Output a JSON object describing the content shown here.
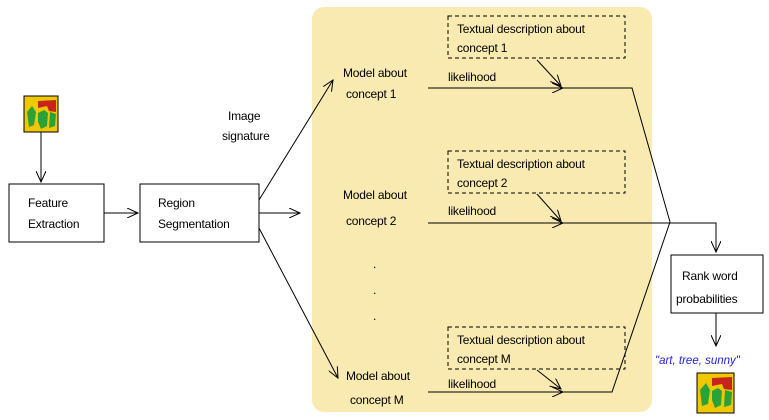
{
  "input_thumbnail": "image-thumbnail",
  "output_thumbnail": "image-thumbnail",
  "feature_extraction": {
    "line1": "Feature",
    "line2": "Extraction"
  },
  "region_segmentation": {
    "line1": "Region",
    "line2": "Segmentation"
  },
  "image_signature": {
    "line1": "Image",
    "line2": "signature"
  },
  "models": [
    {
      "line1": "Model about",
      "line2": "concept 1"
    },
    {
      "line1": "Model about",
      "line2": "concept 2"
    },
    {
      "line1": "Model about",
      "line2": "concept M"
    }
  ],
  "textual": [
    {
      "line1": "Textual description about",
      "line2": "concept 1"
    },
    {
      "line1": "Textual description about",
      "line2": "concept 2"
    },
    {
      "line1": "Textual description about",
      "line2": "concept M"
    }
  ],
  "likelihood": [
    "likelihood",
    "likelihood",
    "likelihood"
  ],
  "ellipsis": ".",
  "rank": {
    "line1": "Rank word",
    "line2": "probabilities"
  },
  "output_words": "\"art, tree, sunny\"",
  "colors": {
    "panel": "#f8eab0",
    "output_text": "#2222dd",
    "thumb_bg": "#f0c800",
    "thumb_red": "#c8241c",
    "thumb_green": "#2aa23a"
  }
}
